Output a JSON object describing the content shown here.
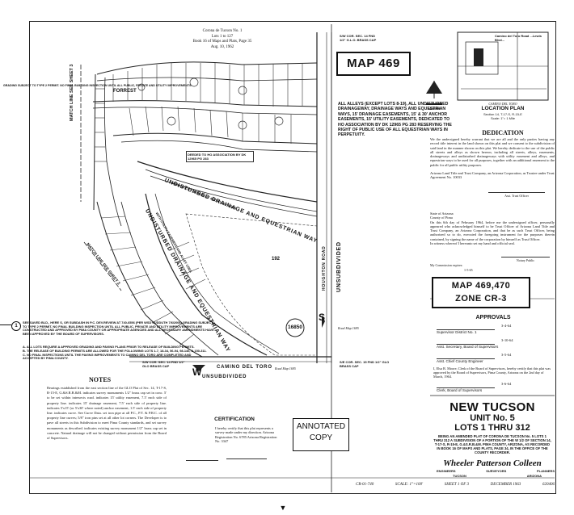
{
  "top_reference": {
    "line1": "Corona de Tucson No. 1",
    "line2": "Lots 1 to 127",
    "line3": "Book 16 of Maps and Plats, Page 35",
    "line4": "Aug. 10, 1962"
  },
  "corner_top": {
    "line1": "S/W COR. SEC. 14 FND",
    "line2": "1/2\" G.L.O. BRASS CAP"
  },
  "map_label": "MAP 469",
  "north_label": "NORTH",
  "location_plan": {
    "road_name": "CAMINO DEL TORO",
    "title": "LOCATION PLAN",
    "section": "Section 14, T-17-S, R-15-E",
    "scale": "Scale: 1\"= 1 Mile",
    "survey_line": "Camino del Toro Road ...Lewis Blvd..."
  },
  "alleys_note": "ALL ALLEYS (EXCEPT LOTS 8-19), ALL UNDISTURBED DRAINAGEWAY, DRAINAGE WAYS AND EQUESTRIAN WAYS, 15' DRAINAGE EASEMENTS, 15' & 30' ANCHOR EASEMENTS, 15' UTILITY EASEMENTS, DEDICATED TO HO ASSOCIATION BY DK 12965 PG 283 RESERVING THE RIGHT OF PUBLIC USE OF ALL EQUESTRIAN WAYS IN PERPETUITY.",
  "dedication": {
    "title": "DEDICATION",
    "text": "We the undersigned hereby warrant that we are all and the only parties having any record title interest in the land shown on this plat and we consent to the subdivision of said land in the manner shown on this plat. We hereby dedicate to the use of the public all streets and alleys as shown hereon, including all streets, alleys, easements, drainageways and undisturbed drainageways with utility easement and alleys, and equestrian ways to be used for all purposes, together with an additional easement to the public for all public utility purposes.",
    "trust_text": "Arizona Land Title and Trust Company, an Arizona Corporation, as Trustee under Trust Agreement No. 10033",
    "signer_title": "Asst. Trust Officer"
  },
  "acknowledgement": {
    "state": "State of Arizona",
    "county": "County of Pima",
    "text": "On this 6th day of February 1964, before me the undersigned officer, personally appeared who acknowledged himself to be Trust Officer of Arizona Land Title and Trust Company, an Arizona Corporation, and that he as such Trust Officer, being authorized so to do, executed the foregoing instrument for the purposes therein contained, by signing the name of the corporation by himself as Trust Officer.",
    "witness": "In witness whereof I hereunto set my hand and official seal.",
    "notary": "Notary Public",
    "commission": "My Commission expires:",
    "commission_date": "1-5-65"
  },
  "zone_box": {
    "line1": "MAP 469,470",
    "line2": "ZONE CR-3"
  },
  "approvals": {
    "title": "APPROVALS",
    "rows": [
      {
        "label": "Supervisor District No. 1",
        "date": "3-4-64"
      },
      {
        "label": "Asst. Secretary, Board of Supervisors",
        "date": "3-10-64"
      },
      {
        "label": "Asst. Chief County Engineer",
        "date": "3-5-64"
      }
    ],
    "clerk_text": "I, Elsa B. Moore, Clerk of the Board of Supervisors, hereby certify that this plat was approved by the Board of Supervisors, Pima County, Arizona on the 2nd day of March, 1964.",
    "clerk_title": "Clerk, Board of Supervisors",
    "clerk_date": "3-6-64"
  },
  "subdivision": {
    "name": "NEW TUCSON",
    "unit": "UNIT No. 5",
    "lots": "LOTS 1 THRU 312",
    "desc": "BEING AN AMENDED PLAT OF CORONA DE TUCSON No. 5 LOTS 1 THRU 312 A SUBDIVISION OF A PORTION OF THE W 1/2 OF SECTION 14, T-17-S, R-15-E, G.&S.R.B.&M. PIMA COUNTY, ARIZONA, AS RECORDED IN BOOK 16 OF MAPS AND PLATS, PAGE 34, IN THE OFFICE OF THE COUNTY RECORDER."
  },
  "firm": {
    "name": "Wheeler Patterson Colleen",
    "role1": "ENGINEERS",
    "role2": "SURVEYORS",
    "role3": "PLANNERS",
    "city": "TUCSON",
    "state": "ARIZONA"
  },
  "footer": {
    "ref": "CR-01-740",
    "scale": "SCALE: 1\"=100'",
    "sheet": "SHEET 1 OF 3",
    "date": "DECEMBER 1963",
    "number": "620406"
  },
  "stamp_top": "GRADING SUBJECT TO TYPE 2 PERMIT. NO FINAL BUILDING INSPECTION UNTIL ALL PUBLIC, PRIVATE AND UTILITY IMPROVEMENTS",
  "stamp_main": "SEE SAVED BLD., HERE S, OR SUBDASH IN P.C. DEV.REVIEW AT 740-6556 (PER WSD SUDDUTH 7/6/2006) GRADING SUBJECT TO TYPE 2 PERMIT. NO FINAL BUILDING INSPECTION UNTIL ALL PUBLIC, PRIVATE AND UTILITY IMPROVEMENTS ARE CONSTRUCTED AND APPROVED BY PIMA COUNTY OR APPROPRIATE AGENCIES AND ALL NECESSARY AMENDMENTS HAVE BEEN APPROVED BY THE BOARD OF SUPERVISORS.",
  "stamp_notes": [
    "A. ALL LOTS REQUIRE A APPROVED GRADING AND PAVING PLANS PRIOR TO RELEASE OF BUILDING PERMITS.",
    "B. THE RELEASE OF BUILDING PERMITS ARE ALLOWED FOR THE FOLLOWING LOTS 1-7, 18-34, 56-94, 98-146, & 150-311.",
    "C. NO FINAL INSPECTIONS UNTIL THE PAVING IMPROVEMENTS TO CAMINO DEL TORO ARE COMPLETED AND ACCEPTED BY PIMA COUNTY."
  ],
  "stamp_marker": "1",
  "notes": {
    "title": "NOTES",
    "text": "Bearings established from the east section line of the GLO Plat of Sec. 14, T-17-S, R-15-E, G.&S.R.B.&M.   indicates survey monuments 1/2\" brass cap set in conc. 5' to be set within intersects road.   indicates 15' utility easement, 7.5' each side of property line.   indicates 15' drainage easement, 7.5' each side of property line.   indicates 5'x15' (or 5'x30' where noted) anchor easement, 1.5' each side of property line.   indicates curve. See Curve Data.   set iron pipe at all P.C., P.T. & P.R.C. of all property line curves; 5/8\" iron pins set at all other lot corners.   The Developer is to pave all streets in this Subdivision to meet Pima County standards, and set survey monuments as described.   indicates existing survey monument 1/2\" brass cap set in concrete.   Natural drainage will not be changed without permission from the Board of Supervisors."
  },
  "certification": {
    "title": "CERTIFICATION",
    "text": "I hereby certify that this plat represents a survey made under my direction.  Arizona Registration No. 6785  Arizona Registration No. 3347"
  },
  "annotated_copy": {
    "line1": "ANNOTATED",
    "line2": "COPY"
  },
  "plat": {
    "title_deeded": "DEEDED TO HO ASSOCIATION BY DK 12965 PG 283",
    "drainage_upper": "UNDISTURBED DRAINAGE AND EQUESTRIAN WAY",
    "easement_upper": "WITH UTILITY EASEMENT AND ALLEY USES",
    "drainage_lower": "UNDISTURBED DRAINAGE AND EQUESTRIAN WAY",
    "easement_lower": "WITH UTILITY EASEMENT AND ALLEY USES",
    "unsubdivided": "UNSUBDIVIDED",
    "houghton": "HOUGHTON ROAD",
    "camino": "CAMINO DEL TORO",
    "camino_ref": "Road Map 1695",
    "match_line": "MATCH LINE SEE SHEET 3",
    "match_line_lower": "MATCH LINE SEE SHEET 3",
    "forrest": "FORREST",
    "lot_big": "192",
    "parcel": "16850",
    "letter_s": "S",
    "letter_w": "W",
    "corner_sw": "S/W COR. SEC. 14 FND 1/2\" GLO BRASS CAP",
    "corner_se": "S/E COR. SEC. 15 FND 1/2\" GLO BRASS CAP",
    "road_map": "Road Map 1695"
  },
  "bottom_arrow": "▼"
}
